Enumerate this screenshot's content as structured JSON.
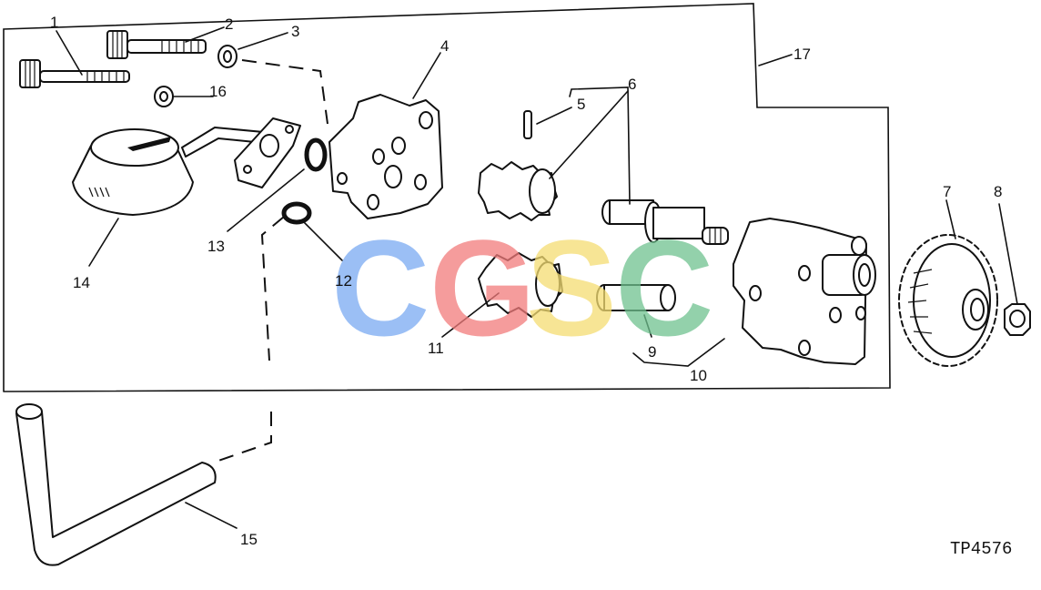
{
  "figure_code": "TP4576",
  "callouts": [
    "1",
    "2",
    "3",
    "4",
    "5",
    "6",
    "7",
    "8",
    "9",
    "10",
    "11",
    "12",
    "13",
    "14",
    "15",
    "16",
    "17"
  ],
  "watermark": {
    "letters": [
      "C",
      "G",
      "S",
      "C"
    ],
    "colors": [
      "#7aaaf2",
      "#f27b7b",
      "#f5dd72",
      "#6fc28f"
    ]
  },
  "colors": {
    "ink": "#111111",
    "paper": "#ffffff"
  }
}
